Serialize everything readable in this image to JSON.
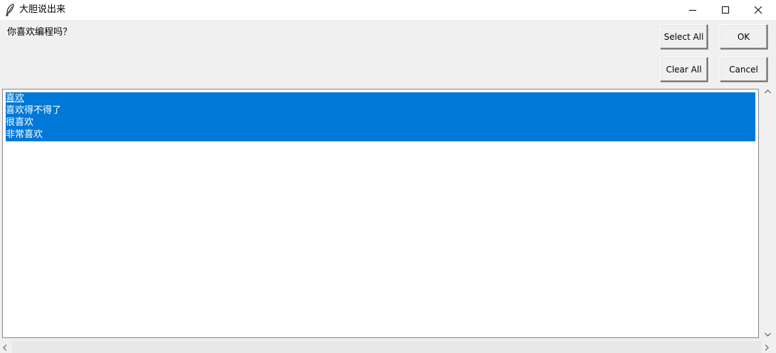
{
  "window": {
    "title": "大胆说出来",
    "controls": {
      "minimize_icon": "minimize-icon",
      "maximize_icon": "maximize-icon",
      "close_icon": "close-icon"
    }
  },
  "dialog": {
    "question": "你喜欢编程吗？",
    "buttons": {
      "select_all": "Select All",
      "ok": "OK",
      "clear_all": "Clear All",
      "cancel": "Cancel"
    }
  },
  "listbox": {
    "items": [
      {
        "label": "喜欢",
        "selected": true,
        "active": true
      },
      {
        "label": "喜欢得不得了",
        "selected": true,
        "active": false
      },
      {
        "label": "很喜欢",
        "selected": true,
        "active": false
      },
      {
        "label": "非常喜欢",
        "selected": true,
        "active": false
      }
    ]
  },
  "colors": {
    "selection": "#0078d7",
    "selection_text": "#ffffff",
    "background": "#f0f0f0",
    "list_background": "#ffffff"
  }
}
